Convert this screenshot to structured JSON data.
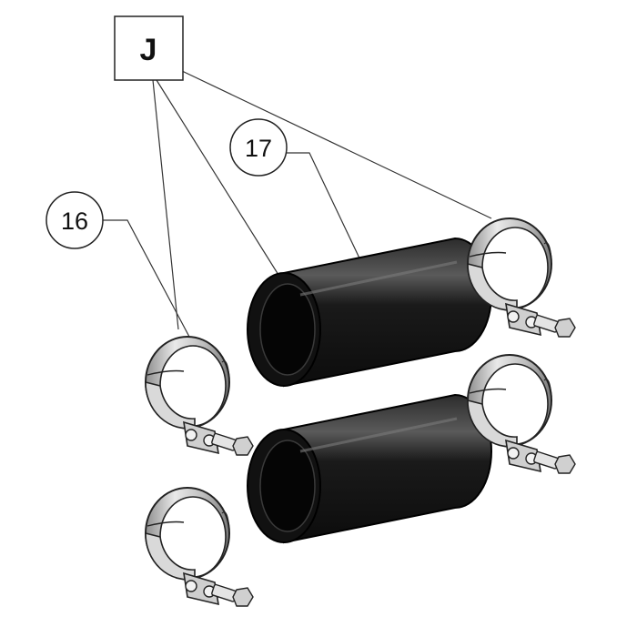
{
  "labels": {
    "group": "J",
    "clamp_callout": "16",
    "hose_callout": "17"
  },
  "colors": {
    "hose": "#1a1a1a",
    "clamp_band": "#c8c8c8",
    "clamp_edge": "#222222",
    "leader": "#333333"
  }
}
